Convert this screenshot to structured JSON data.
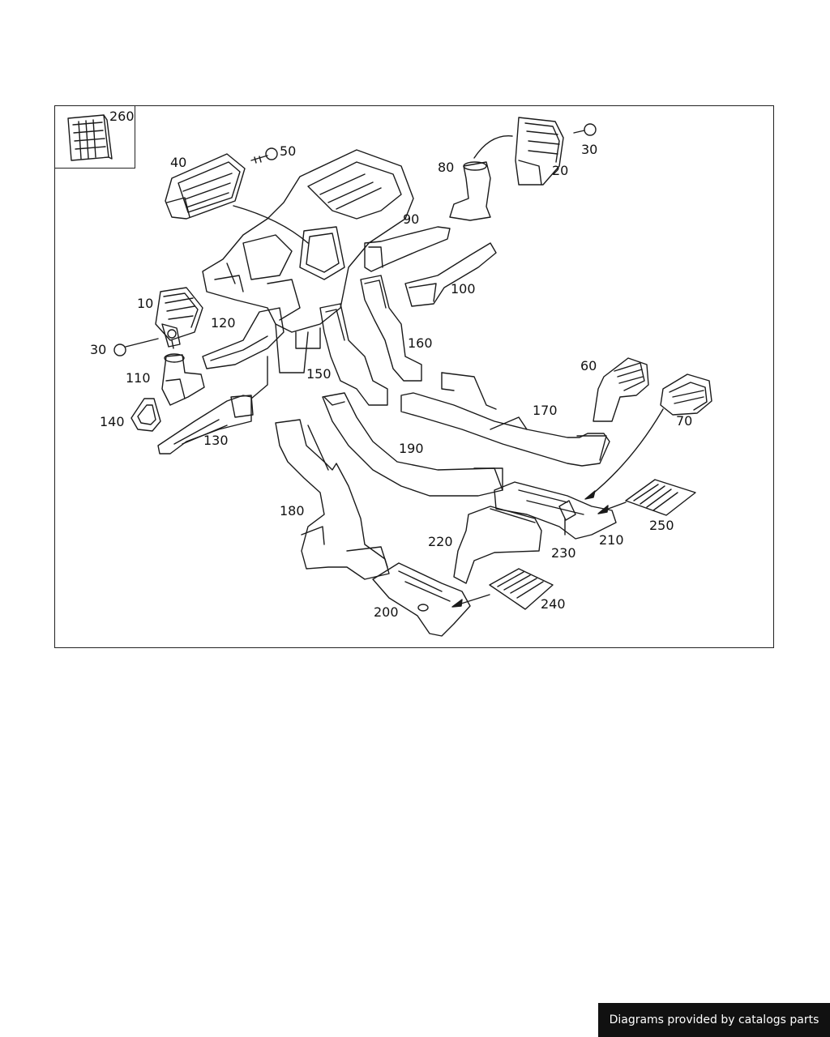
{
  "footer": {
    "text": "Diagrams provided by catalogs parts"
  },
  "callouts": [
    {
      "id": "c260",
      "text": "260"
    },
    {
      "id": "c50",
      "text": "50"
    },
    {
      "id": "c40",
      "text": "40"
    },
    {
      "id": "c80",
      "text": "80"
    },
    {
      "id": "c20",
      "text": "20"
    },
    {
      "id": "c30a",
      "text": "30"
    },
    {
      "id": "c90",
      "text": "90"
    },
    {
      "id": "c100",
      "text": "100"
    },
    {
      "id": "c10",
      "text": "10"
    },
    {
      "id": "c120",
      "text": "120"
    },
    {
      "id": "c30b",
      "text": "30"
    },
    {
      "id": "c160",
      "text": "160"
    },
    {
      "id": "c150",
      "text": "150"
    },
    {
      "id": "c110",
      "text": "110"
    },
    {
      "id": "c60",
      "text": "60"
    },
    {
      "id": "c170",
      "text": "170"
    },
    {
      "id": "c70",
      "text": "70"
    },
    {
      "id": "c140",
      "text": "140"
    },
    {
      "id": "c130",
      "text": "130"
    },
    {
      "id": "c190",
      "text": "190"
    },
    {
      "id": "c180",
      "text": "180"
    },
    {
      "id": "c250",
      "text": "250"
    },
    {
      "id": "c220",
      "text": "220"
    },
    {
      "id": "c210",
      "text": "210"
    },
    {
      "id": "c230",
      "text": "230"
    },
    {
      "id": "c240",
      "text": "240"
    },
    {
      "id": "c200",
      "text": "200"
    }
  ]
}
